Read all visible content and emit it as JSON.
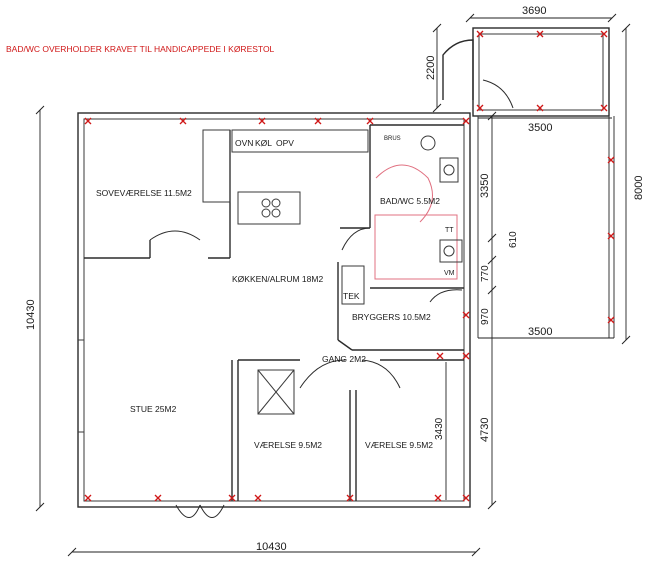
{
  "note": "BAD/WC OVERHOLDER KRAVET TIL HANDICAPPEDE I KØRESTOL",
  "rooms": {
    "sovevaerelse": "SOVEVÆRELSE 11.5M2",
    "koekken": "KØKKEN/ALRUM 18M2",
    "badwc": "BAD/WC 5.5M2",
    "bryggers": "BRYGGERS 10.5M2",
    "gang": "GANG 2M2",
    "stue": "STUE 25M2",
    "vaerelse1": "VÆRELSE 9.5M2",
    "vaerelse2": "VÆRELSE 9.5M2"
  },
  "fixtures": {
    "ovn": "OVN",
    "koel": "KØL",
    "opv": "OPV",
    "brus": "BRUS",
    "tek": "TEK",
    "tt": "TT",
    "vm": "VM"
  },
  "dimensions": {
    "top_width": "3690",
    "annex_depth": "2200",
    "annex_inner": "3500",
    "right_total": "8000",
    "bad_height": "3350",
    "small_a": "610",
    "small_b": "770",
    "small_c": "970",
    "right_lower": "3500",
    "lower_height": "4730",
    "room_height": "3430",
    "left_height": "10430",
    "bottom_width": "10430"
  }
}
